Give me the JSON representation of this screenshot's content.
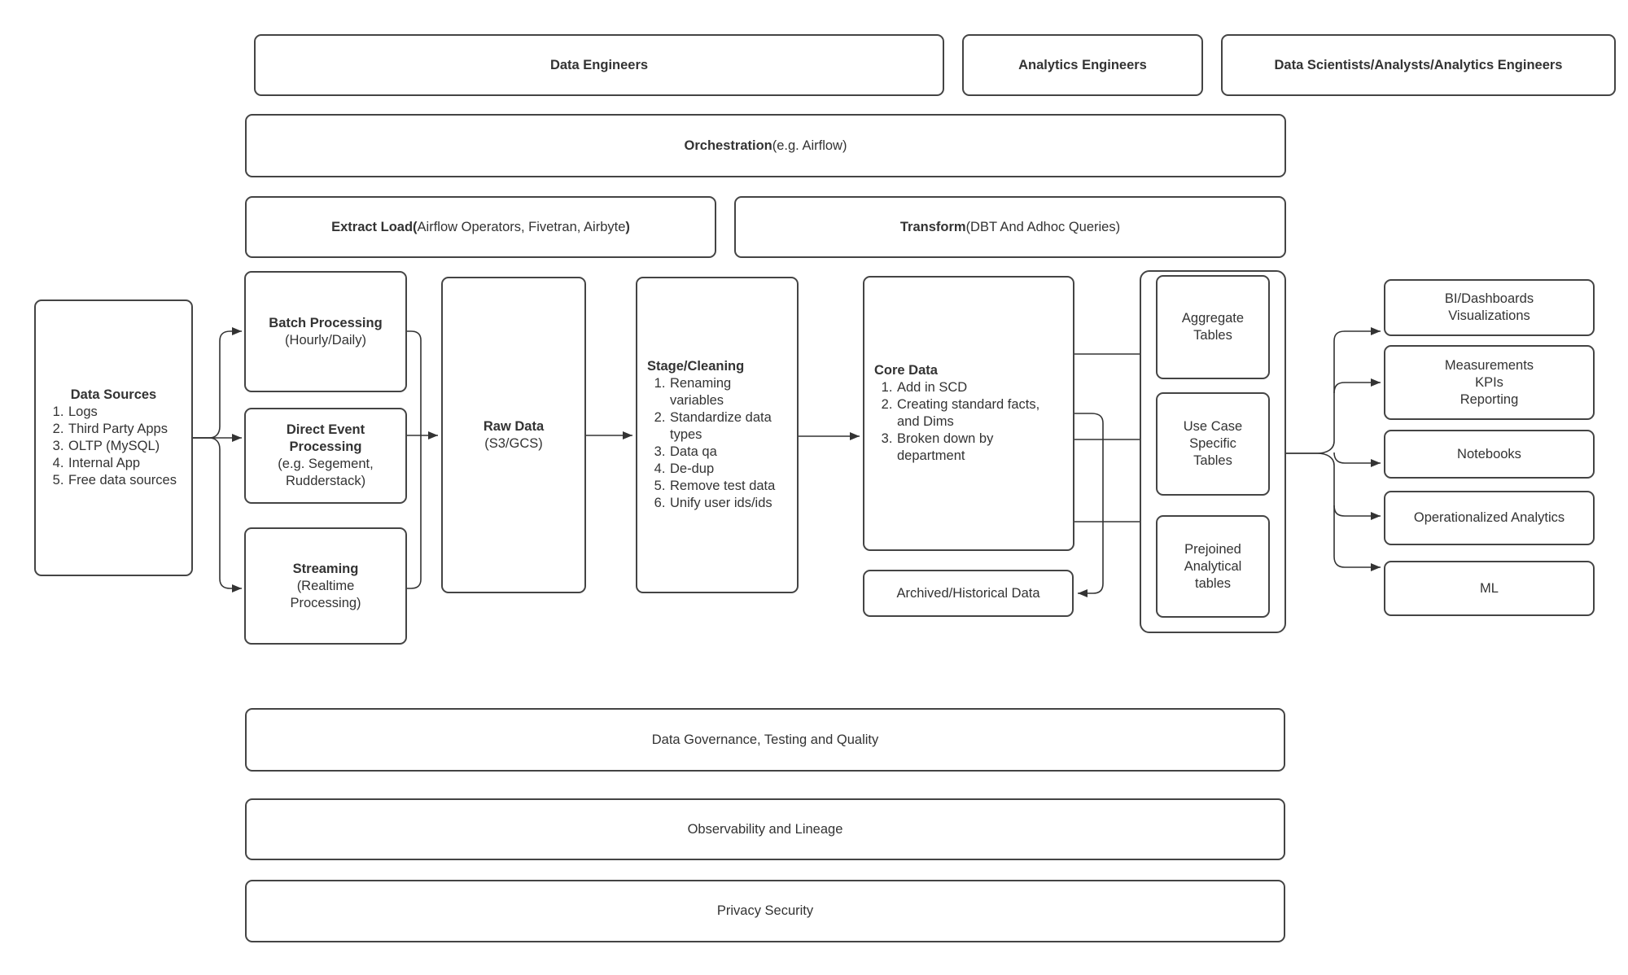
{
  "colors": {
    "background": "#ffffff",
    "box_border": "#444444",
    "text": "#333333",
    "connector": "#333333"
  },
  "roles": [
    {
      "label": "Data Engineers"
    },
    {
      "label": "Analytics Engineers"
    },
    {
      "label": "Data Scientists/Analysts/Analytics Engineers"
    }
  ],
  "orchestration": {
    "bold": "Orchestration",
    "rest": "(e.g. Airflow)"
  },
  "extract_load": {
    "bold_open": "Extract Load(",
    "middle": "Airflow Operators, Fivetran, Airbyte",
    "bold_close": ")"
  },
  "transform": {
    "bold": "Transform",
    "rest": "(DBT And Adhoc Queries)"
  },
  "data_sources": {
    "title": "Data Sources",
    "items": [
      "Logs",
      "Third Party Apps",
      "OLTP (MySQL)",
      "Internal App",
      "Free data sources"
    ]
  },
  "processing": {
    "batch": {
      "title": "Batch Processing",
      "subtitle": "(Hourly/Daily)"
    },
    "direct": {
      "title_lines": [
        "Direct Event",
        "Processing"
      ],
      "subtitle_lines": [
        "(e.g. Segement,",
        "Rudderstack)"
      ]
    },
    "streaming": {
      "title": "Streaming",
      "subtitle_lines": [
        "(Realtime",
        "Processing)"
      ]
    }
  },
  "raw_data": {
    "title": "Raw Data",
    "subtitle": "(S3/GCS)"
  },
  "stage_cleaning": {
    "title": "Stage/Cleaning",
    "items": [
      "Renaming variables",
      "Standardize data types",
      "Data qa",
      "De-dup",
      "Remove test data",
      "Unify user ids/ids"
    ]
  },
  "core_data": {
    "title": "Core Data",
    "items": [
      "Add in SCD",
      "Creating standard facts, and Dims",
      "Broken down by department"
    ]
  },
  "archived": {
    "label": "Archived/Historical Data"
  },
  "tables": [
    {
      "lines": [
        "Aggregate",
        "Tables"
      ]
    },
    {
      "lines": [
        "Use Case",
        "Specific",
        "Tables"
      ]
    },
    {
      "lines": [
        "Prejoined",
        "Analytical",
        "tables"
      ]
    }
  ],
  "outputs": [
    {
      "lines": [
        "BI/Dashboards",
        "Visualizations"
      ]
    },
    {
      "lines": [
        "Measurements",
        "KPIs",
        "Reporting"
      ]
    },
    {
      "lines": [
        "Notebooks"
      ]
    },
    {
      "lines": [
        "Operationalized Analytics"
      ]
    },
    {
      "lines": [
        "ML"
      ]
    }
  ],
  "governance_bars": [
    {
      "label": "Data Governance, Testing and Quality"
    },
    {
      "label": "Observability and Lineage"
    },
    {
      "label": "Privacy Security"
    }
  ]
}
